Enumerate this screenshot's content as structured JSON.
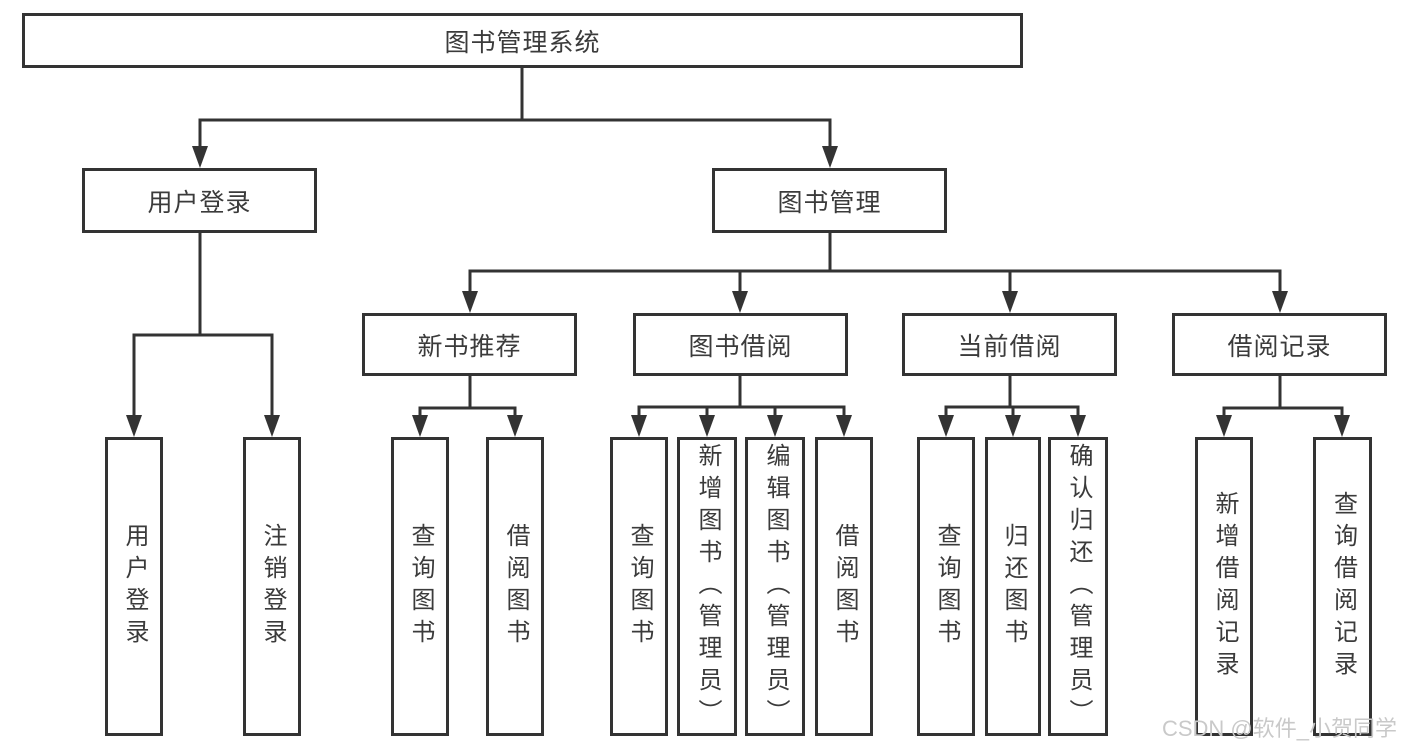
{
  "colors": {
    "line": "#333333",
    "text": "#3b3b3b",
    "bg": "#ffffff",
    "watermark": "#c9c9c9"
  },
  "watermark": "CSDN @软件_小贺同学",
  "tree": {
    "root": "图书管理系统",
    "level2": [
      {
        "label": "用户登录",
        "leaves": [
          "用户登录",
          "注销登录"
        ]
      },
      {
        "label": "图书管理",
        "groups": [
          {
            "label": "新书推荐",
            "leaves": [
              "查询图书",
              "借阅图书"
            ]
          },
          {
            "label": "图书借阅",
            "leaves": [
              "查询图书",
              "新增图书（管理员）",
              "编辑图书（管理员）",
              "借阅图书"
            ]
          },
          {
            "label": "当前借阅",
            "leaves": [
              "查询图书",
              "归还图书",
              "确认归还（管理员）"
            ]
          },
          {
            "label": "借阅记录",
            "leaves": [
              "新增借阅记录",
              "查询借阅记录"
            ]
          }
        ]
      }
    ]
  }
}
